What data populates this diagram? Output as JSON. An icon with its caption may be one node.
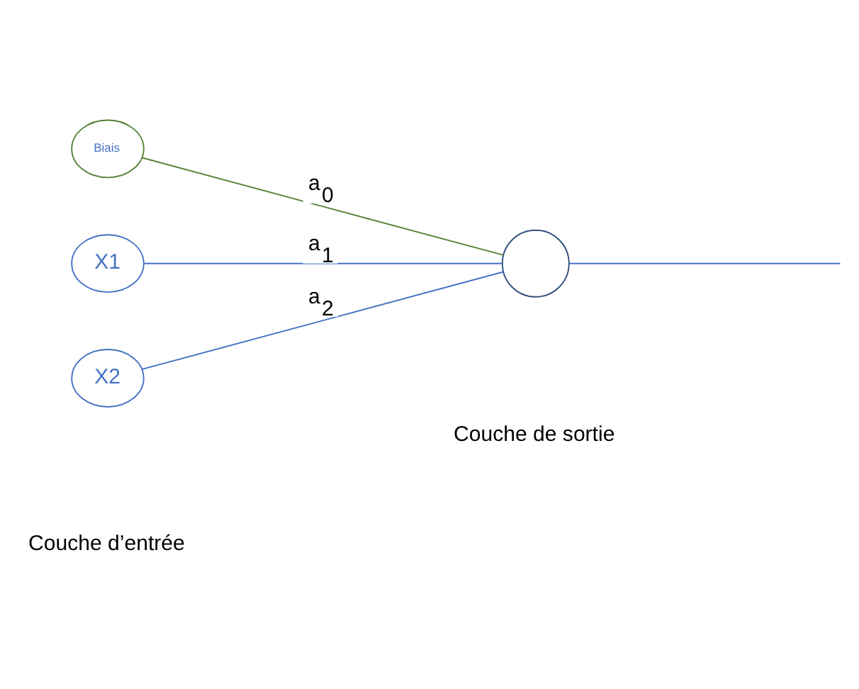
{
  "diagram": {
    "nodes": [
      {
        "text": [
          "Biais"
        ]
      },
      {
        "text": [
          "X1"
        ]
      },
      {
        "text": [
          "X2"
        ]
      },
      {
        "text": [],
        "shape": "circle"
      }
    ],
    "edges": [
      {
        "from": 0,
        "to": 3,
        "arrow": "none",
        "label": "a$_{0}$",
        "color": "#548235"
      },
      {
        "from": 1,
        "to": 3,
        "arrow": "none",
        "label": "a$_{1}$"
      },
      {
        "from": 2,
        "to": 3,
        "arrow": "none",
        "label": "a$_{2}$"
      },
      {
        "from": 3,
        "to": null,
        "arrow": "none"
      }
    ],
    "labels": [
      "Couche d’entrée",
      "Couche de sortie"
    ]
  }
}
